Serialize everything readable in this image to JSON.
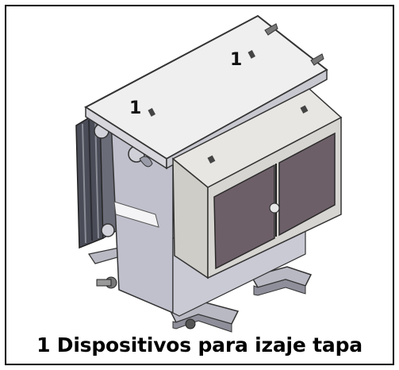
{
  "figure": {
    "marker_left": "1",
    "marker_right": "1",
    "caption": "1 Dispositivos para izaje tapa"
  },
  "colors": {
    "border": "#000000",
    "lid": "#efefef",
    "tank_body": "#bfc0cc",
    "cabinet": "#d7d5d1",
    "cabinet_doors": "#6d5f68",
    "radiator": "#4a4c57",
    "base_rails": "#b9b9c4"
  }
}
